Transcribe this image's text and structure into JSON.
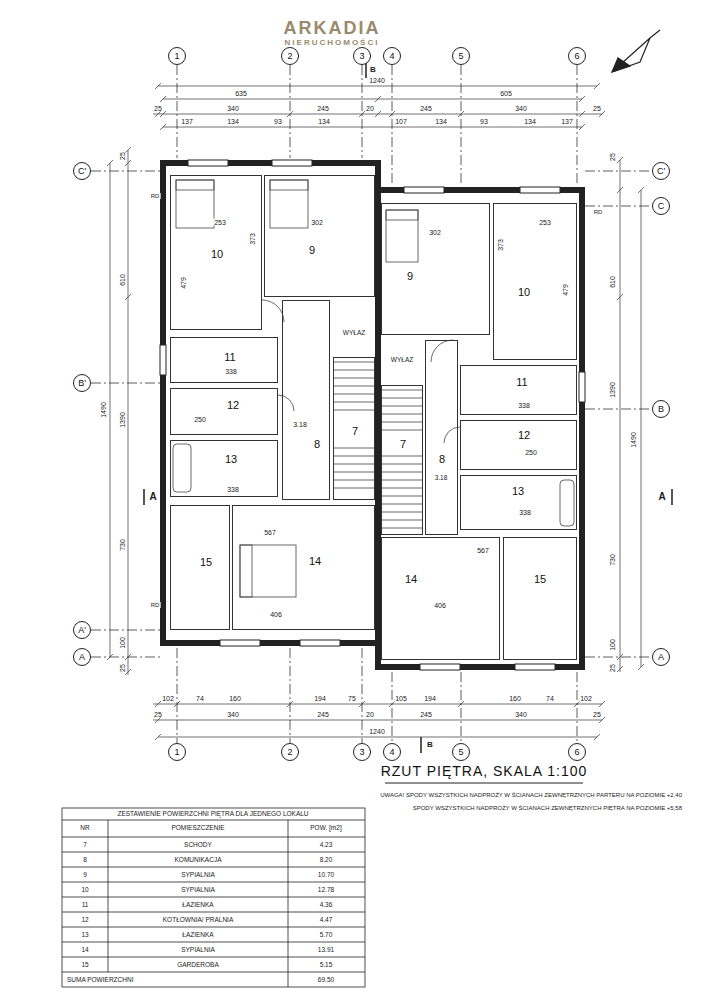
{
  "diagram": {
    "title": "RZUT PIĘTRA, SKALA 1:100",
    "nodes": [
      {
        "text": [
          "1"
        ]
      },
      {
        "text": [
          "2"
        ]
      },
      {
        "text": [
          "3"
        ]
      },
      {
        "text": [
          "4"
        ]
      },
      {
        "text": [
          "5"
        ]
      },
      {
        "text": [
          "6"
        ]
      },
      {
        "text": [
          "C'"
        ]
      },
      {
        "text": [
          "C'"
        ]
      },
      {
        "text": [
          "C"
        ]
      },
      {
        "text": [
          "10"
        ]
      },
      {
        "text": [
          "9"
        ]
      },
      {
        "text": [
          "9"
        ]
      },
      {
        "text": [
          "10"
        ]
      },
      {
        "text": [
          "11"
        ]
      },
      {
        "text": [
          "B'"
        ]
      },
      {
        "text": [
          "11"
        ]
      },
      {
        "text": [
          "B"
        ]
      },
      {
        "text": [
          "12"
        ]
      },
      {
        "text": [
          "12"
        ]
      },
      {
        "text": [
          "13"
        ]
      },
      {
        "text": [
          "8"
        ]
      },
      {
        "text": [
          "7"
        ]
      },
      {
        "text": [
          "8"
        ]
      },
      {
        "text": [
          "7"
        ]
      },
      {
        "text": [
          "13"
        ]
      },
      {
        "text": [
          "15"
        ]
      },
      {
        "text": [
          "14"
        ]
      },
      {
        "text": [
          "14"
        ]
      },
      {
        "text": [
          "15"
        ]
      },
      {
        "text": [
          "A'"
        ]
      },
      {
        "text": [
          "A"
        ]
      },
      {
        "text": [
          "A"
        ]
      },
      {
        "text": [
          "1"
        ]
      },
      {
        "text": [
          "2"
        ]
      },
      {
        "text": [
          "3"
        ]
      },
      {
        "text": [
          "4"
        ]
      },
      {
        "text": [
          "5"
        ]
      },
      {
        "text": [
          "6"
        ]
      }
    ],
    "labels": [
      "ARKADIA",
      "NIERUCHOMOŚCI",
      "B",
      "1240",
      "635",
      "605",
      "25",
      "340",
      "245",
      "20",
      "245",
      "340",
      "25",
      "137",
      "134",
      "93",
      "134",
      "107",
      "134",
      "93",
      "134",
      "137",
      "102",
      "74",
      "160",
      "194",
      "75",
      "105",
      "194",
      "160",
      "74",
      "102",
      "25",
      "340",
      "245",
      "20",
      "245",
      "340",
      "25",
      "1240",
      "B",
      "25",
      "610",
      "1490",
      "1390",
      "730",
      "100",
      "25",
      "25",
      "610",
      "1390",
      "1490",
      "730",
      "100",
      "25",
      "A",
      "A",
      "WYŁAZ",
      "WYŁAZ",
      "3.18",
      "3.18",
      "RD",
      "RD",
      "RD",
      "253",
      "302",
      "479",
      "373",
      "338",
      "250",
      "338",
      "567",
      "406",
      "302",
      "253",
      "479",
      "373",
      "338",
      "250",
      "338",
      "567",
      "406",
      "UWAGA! SPODY WSZYSTKICH NADPROŻY W ŚCIANACH ZEWNĘTRZNYCH PARTERU NA POZIOMIE +2,40",
      "SPODY WSZYSTKICH NADPROŻY W ŚCIANACH ZEWNĘTRZNYCH PIĘTRA NA POZIOMIE +5,58",
      "ZESTAWIENIE POWIERZCHNI PIĘTRA DLA JEDNEGO LOKALU",
      "NR",
      "POMIESZCZENIE",
      "POW. [m2]",
      "7",
      "SCHODY",
      "4.23",
      "8",
      "KOMUNIKACJA",
      "8.20",
      "9",
      "SYPIALNIA",
      "10.70",
      "10",
      "SYPIALNIA",
      "12.78",
      "11",
      "ŁAZIENKA",
      "4.36",
      "12",
      "KOTŁOWNIA/ PRALNIA",
      "4.47",
      "13",
      "ŁAZIENKA",
      "5.70",
      "14",
      "SYPIALNIA",
      "13.91",
      "15",
      "GARDEROBA",
      "5.15",
      "SUMA POWIERZCHNI",
      "69.50"
    ]
  }
}
